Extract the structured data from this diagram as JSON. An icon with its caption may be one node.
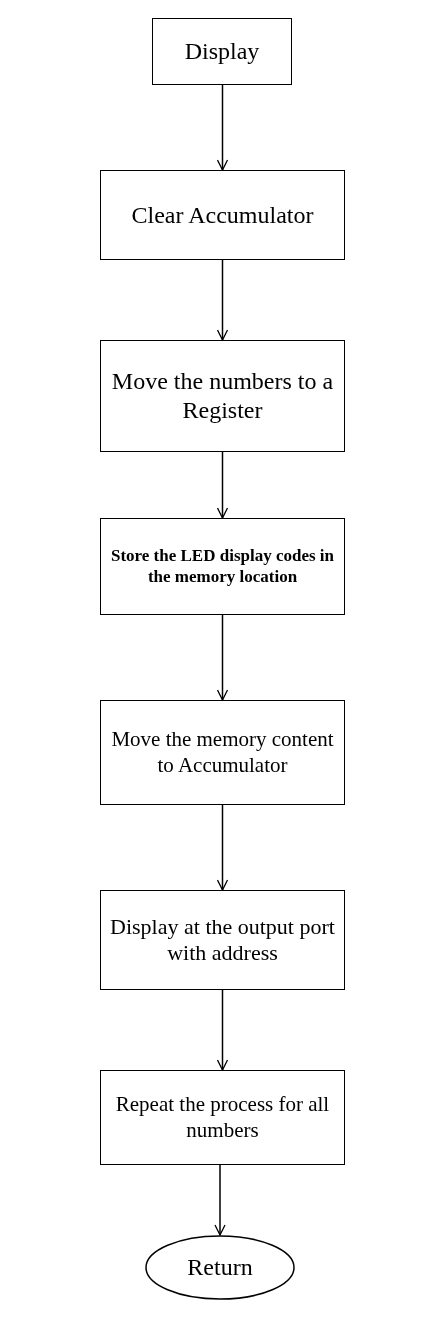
{
  "diagram": {
    "nodes": [
      {
        "text": [
          "Display"
        ]
      },
      {
        "text": [
          "Clear Accumulator"
        ]
      },
      {
        "text": [
          "Move the numbers to a Register"
        ]
      },
      {
        "text": [
          "Store the LED display codes in the memory location"
        ]
      },
      {
        "text": [
          "Move the memory content to Accumulator"
        ]
      },
      {
        "text": [
          "Display at the output port with address"
        ]
      },
      {
        "text": [
          "Repeat the process for all numbers"
        ]
      },
      {
        "text": [
          "Return"
        ]
      }
    ],
    "edges": [
      {
        "from": 0,
        "to": 1,
        "arrow": "to"
      },
      {
        "from": 1,
        "to": 2,
        "arrow": "to"
      },
      {
        "from": 2,
        "to": 3,
        "arrow": "to"
      },
      {
        "from": 3,
        "to": 4,
        "arrow": "to"
      },
      {
        "from": 4,
        "to": 5,
        "arrow": "to"
      },
      {
        "from": 5,
        "to": 6,
        "arrow": "to"
      },
      {
        "from": 6,
        "to": 7,
        "arrow": "to"
      }
    ]
  }
}
